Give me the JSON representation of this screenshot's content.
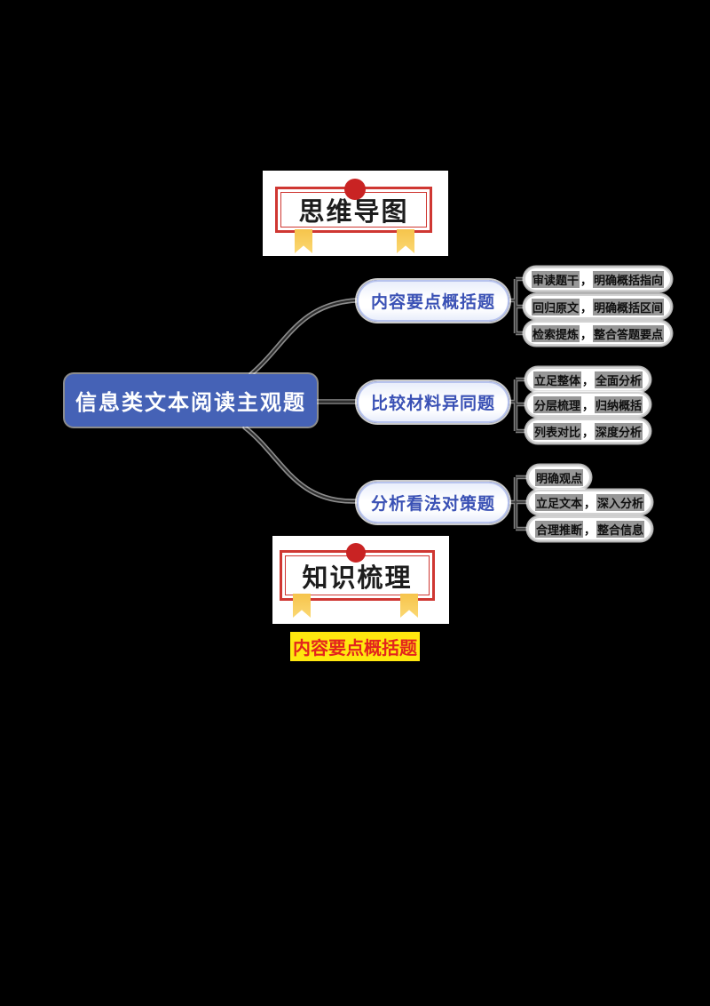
{
  "top_banner": {
    "title": "思维导图"
  },
  "bottom_banner": {
    "title": "知识梳理"
  },
  "section_title": "内容要点概括题",
  "colors": {
    "root_node_blue": "#4562b6",
    "branch_border_blue": "#b7c3ee",
    "branch_text_blue": "#3a51b5",
    "frame_red": "#cf3732",
    "seal_red": "#c92323",
    "ribbon_gold": "#f8cd5c",
    "highlight_gray": "#979797",
    "footer_highlight_yellow": "#ffe70f",
    "footer_text_red": "#e3241d",
    "connector_dark": "#2e2e2e"
  },
  "mindmap": {
    "root": "信息类文本阅读主观题",
    "branches": [
      {
        "label": "内容要点概括题",
        "children": [
          {
            "seg1": "审读题干",
            "sep": "，",
            "seg2": "明确概括指向"
          },
          {
            "seg1": "回归原文",
            "sep": "，",
            "seg2": "明确概括区间"
          },
          {
            "seg1": "检索提炼",
            "sep": "，",
            "seg2": "整合答题要点"
          }
        ]
      },
      {
        "label": "比较材料异同题",
        "children": [
          {
            "seg1": "立足整体",
            "sep": "，",
            "seg2": "全面分析"
          },
          {
            "seg1": "分层梳理",
            "sep": "，",
            "seg2": "归纳概括"
          },
          {
            "seg1": "列表对比",
            "sep": "，",
            "seg2": "深度分析"
          }
        ]
      },
      {
        "label": "分析看法对策题",
        "children": [
          {
            "seg1": "明确观点",
            "sep": "",
            "seg2": ""
          },
          {
            "seg1": "立足文本",
            "sep": "，",
            "seg2": "深入分析"
          },
          {
            "seg1": "合理推断",
            "sep": "，",
            "seg2": "整合信息"
          }
        ]
      }
    ]
  }
}
